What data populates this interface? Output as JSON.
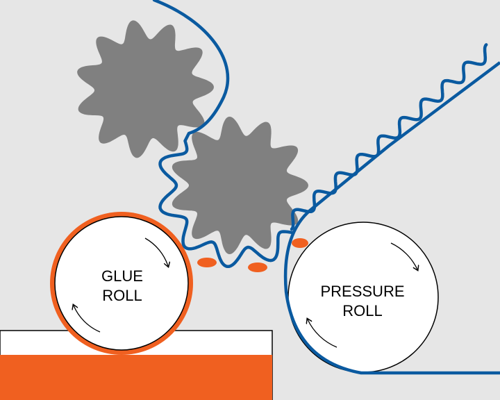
{
  "diagram": {
    "glue_roll": {
      "label_line1": "GLUE",
      "label_line2": "ROLL",
      "rotation": "clockwise"
    },
    "pressure_roll": {
      "label_line1": "PRESSURE",
      "label_line2": "ROLL",
      "rotation": "clockwise"
    },
    "corrugating_rolls": {
      "count": 2,
      "color": "#808080"
    },
    "glue_bead_count": 3
  },
  "colors": {
    "background": "#e6e6e6",
    "medium_line": "#0a5aa0",
    "glue": "#f06020",
    "roll_fill": "#ffffff",
    "corrugating_roll": "#808080",
    "outline": "#000000"
  }
}
